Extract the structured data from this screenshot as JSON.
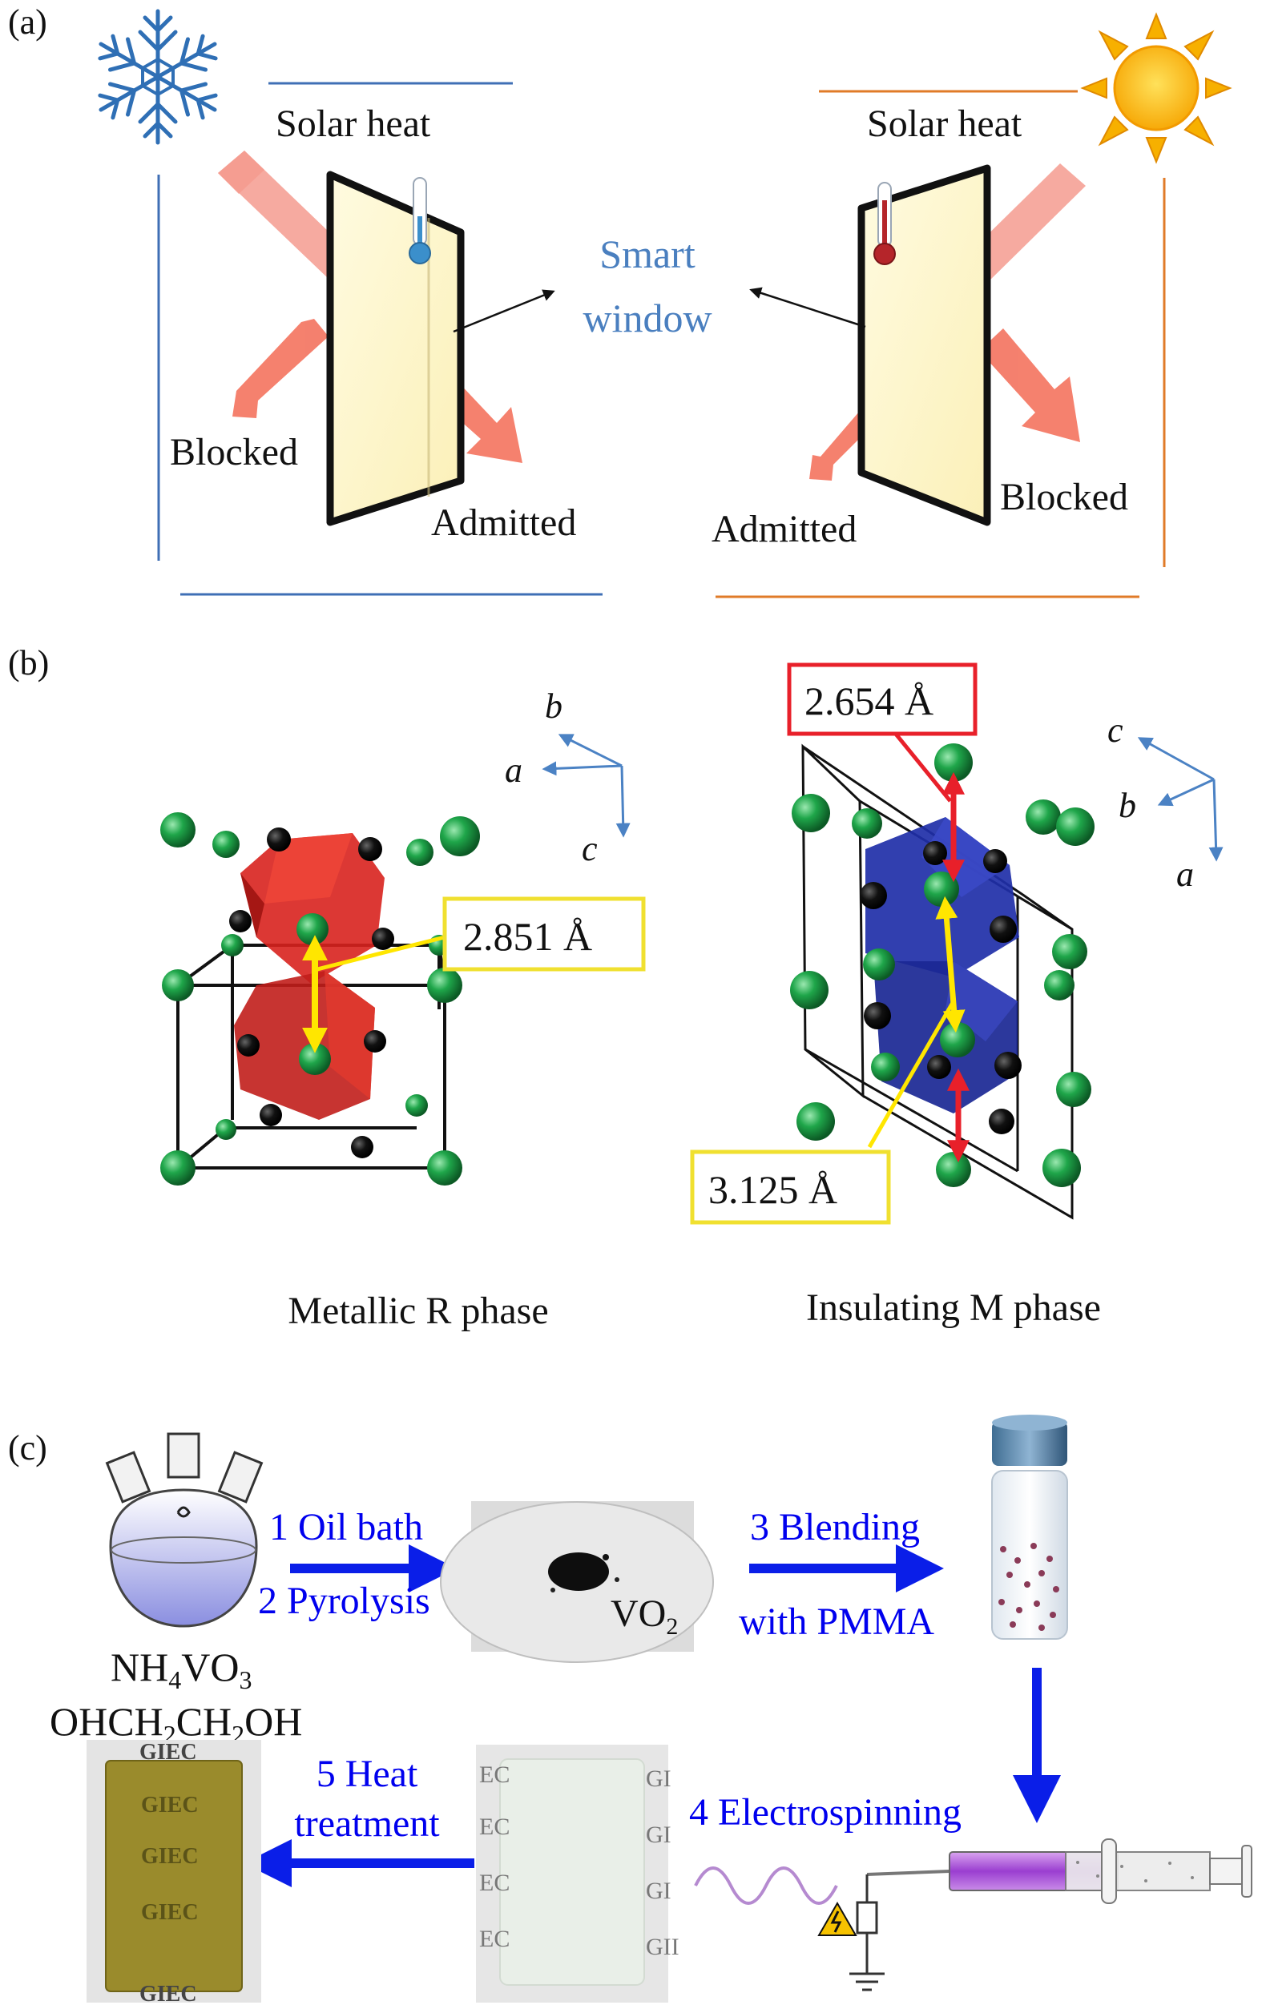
{
  "panel_a": {
    "label": "(a)",
    "left_solar": "Solar heat",
    "right_solar": "Solar heat",
    "smart_1": "Smart",
    "smart_2": "window",
    "left_blocked": "Blocked",
    "left_admitted": "Admitted",
    "right_admitted": "Admitted",
    "right_blocked": "Blocked",
    "left_icon": "snowflake-icon",
    "right_icon": "sun-icon",
    "colors": {
      "cold": "#3f6fb5",
      "hot": "#e07b28",
      "arrow": "#f36b55",
      "label_blue": "#4a7fbf"
    }
  },
  "panel_b": {
    "label": "(b)",
    "r_axes": {
      "b": "b",
      "a": "a",
      "c": "c"
    },
    "m_axes": {
      "c": "c",
      "b": "b",
      "a": "a"
    },
    "r_distance": "2.851 Å",
    "m_distance_top": "2.654 Å",
    "m_distance_bottom": "3.125 Å",
    "r_caption": "Metallic R phase",
    "m_caption": "Insulating M phase",
    "colors": {
      "r_poly": "#d8221e",
      "m_poly": "#1f2fa8",
      "v_atom": "#1e9e45",
      "o_atom": "#111111"
    }
  },
  "panel_c": {
    "label": "(c)",
    "step1": "1 Oil bath",
    "step2": "2 Pyrolysis",
    "step3": "3 Blending",
    "step3b": "with PMMA",
    "step4": "4 Electrospinning",
    "step5a": "5 Heat",
    "step5b": "treatment",
    "chem1_a": "NH",
    "chem1_s1": "4",
    "chem1_b": "VO",
    "chem1_s2": "3",
    "chem2_a": "OHCH",
    "chem2_s1": "2",
    "chem2_b": "CH",
    "chem2_s2": "2",
    "chem2_c": "OH",
    "vo2_a": "VO",
    "vo2_s": "2",
    "giec": "GIEC",
    "colors": {
      "step_text": "#0000ee",
      "arrow": "#0a1ee8"
    }
  }
}
